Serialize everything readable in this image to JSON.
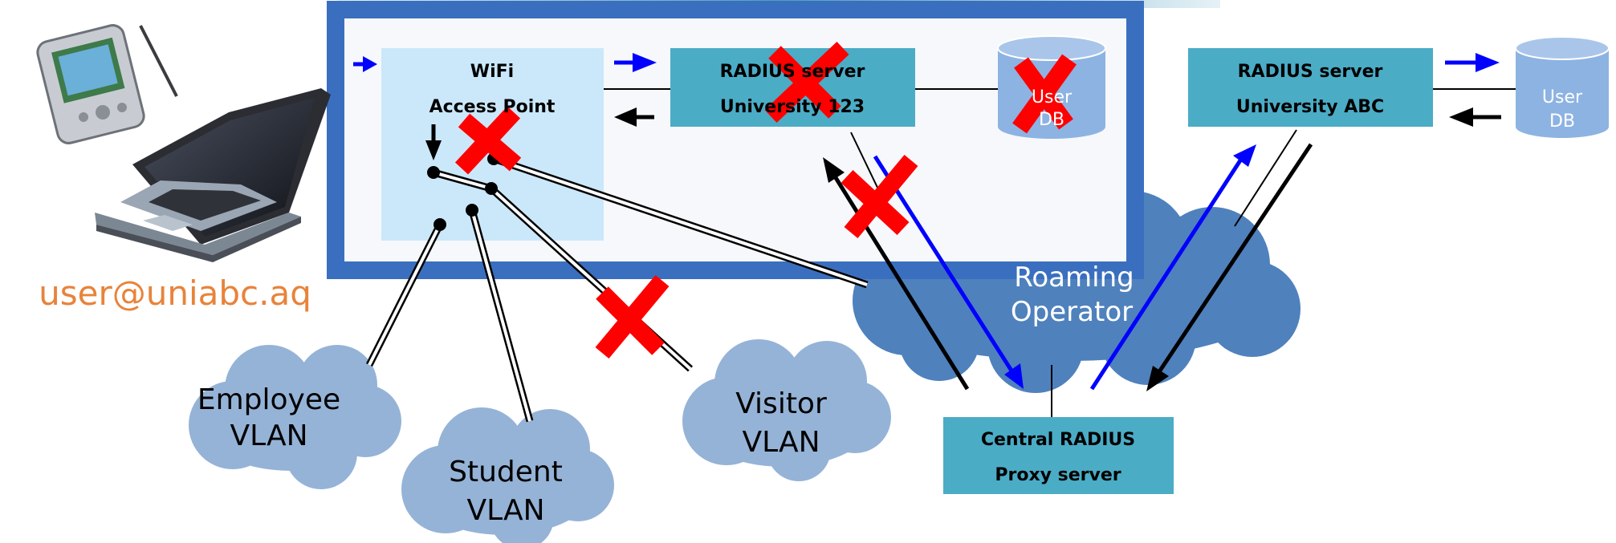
{
  "user_label": "user@uniabc.aq",
  "access_point": {
    "line1": "WiFi",
    "line2": "Access Point"
  },
  "radius_123": {
    "line1": "RADIUS server",
    "line2": "University 123"
  },
  "user_db_123": {
    "line1": "User",
    "line2": "DB"
  },
  "radius_abc": {
    "line1": "RADIUS server",
    "line2": "University ABC"
  },
  "user_db_abc": {
    "line1": "User",
    "line2": "DB"
  },
  "central_proxy": {
    "line1": "Central RADIUS",
    "line2": "Proxy server"
  },
  "roaming_operator": {
    "line1": "Roaming",
    "line2": "Operator"
  },
  "vlans": {
    "employee": {
      "line1": "Employee",
      "line2": "VLAN"
    },
    "student": {
      "line1": "Student",
      "line2": "VLAN"
    },
    "visitor": {
      "line1": "Visitor",
      "line2": "VLAN"
    }
  },
  "colors": {
    "frame": "#3a6fc0",
    "ap_fill": "#cbe8fa",
    "server_fill": "#4bacc6",
    "db_fill": "#8db3e2",
    "cloud_dark": "#4f81bd",
    "cloud_light": "#95b3d7",
    "user_text": "#e8833a",
    "cross": "#ff0000",
    "arrow_blue": "#0000ff"
  }
}
